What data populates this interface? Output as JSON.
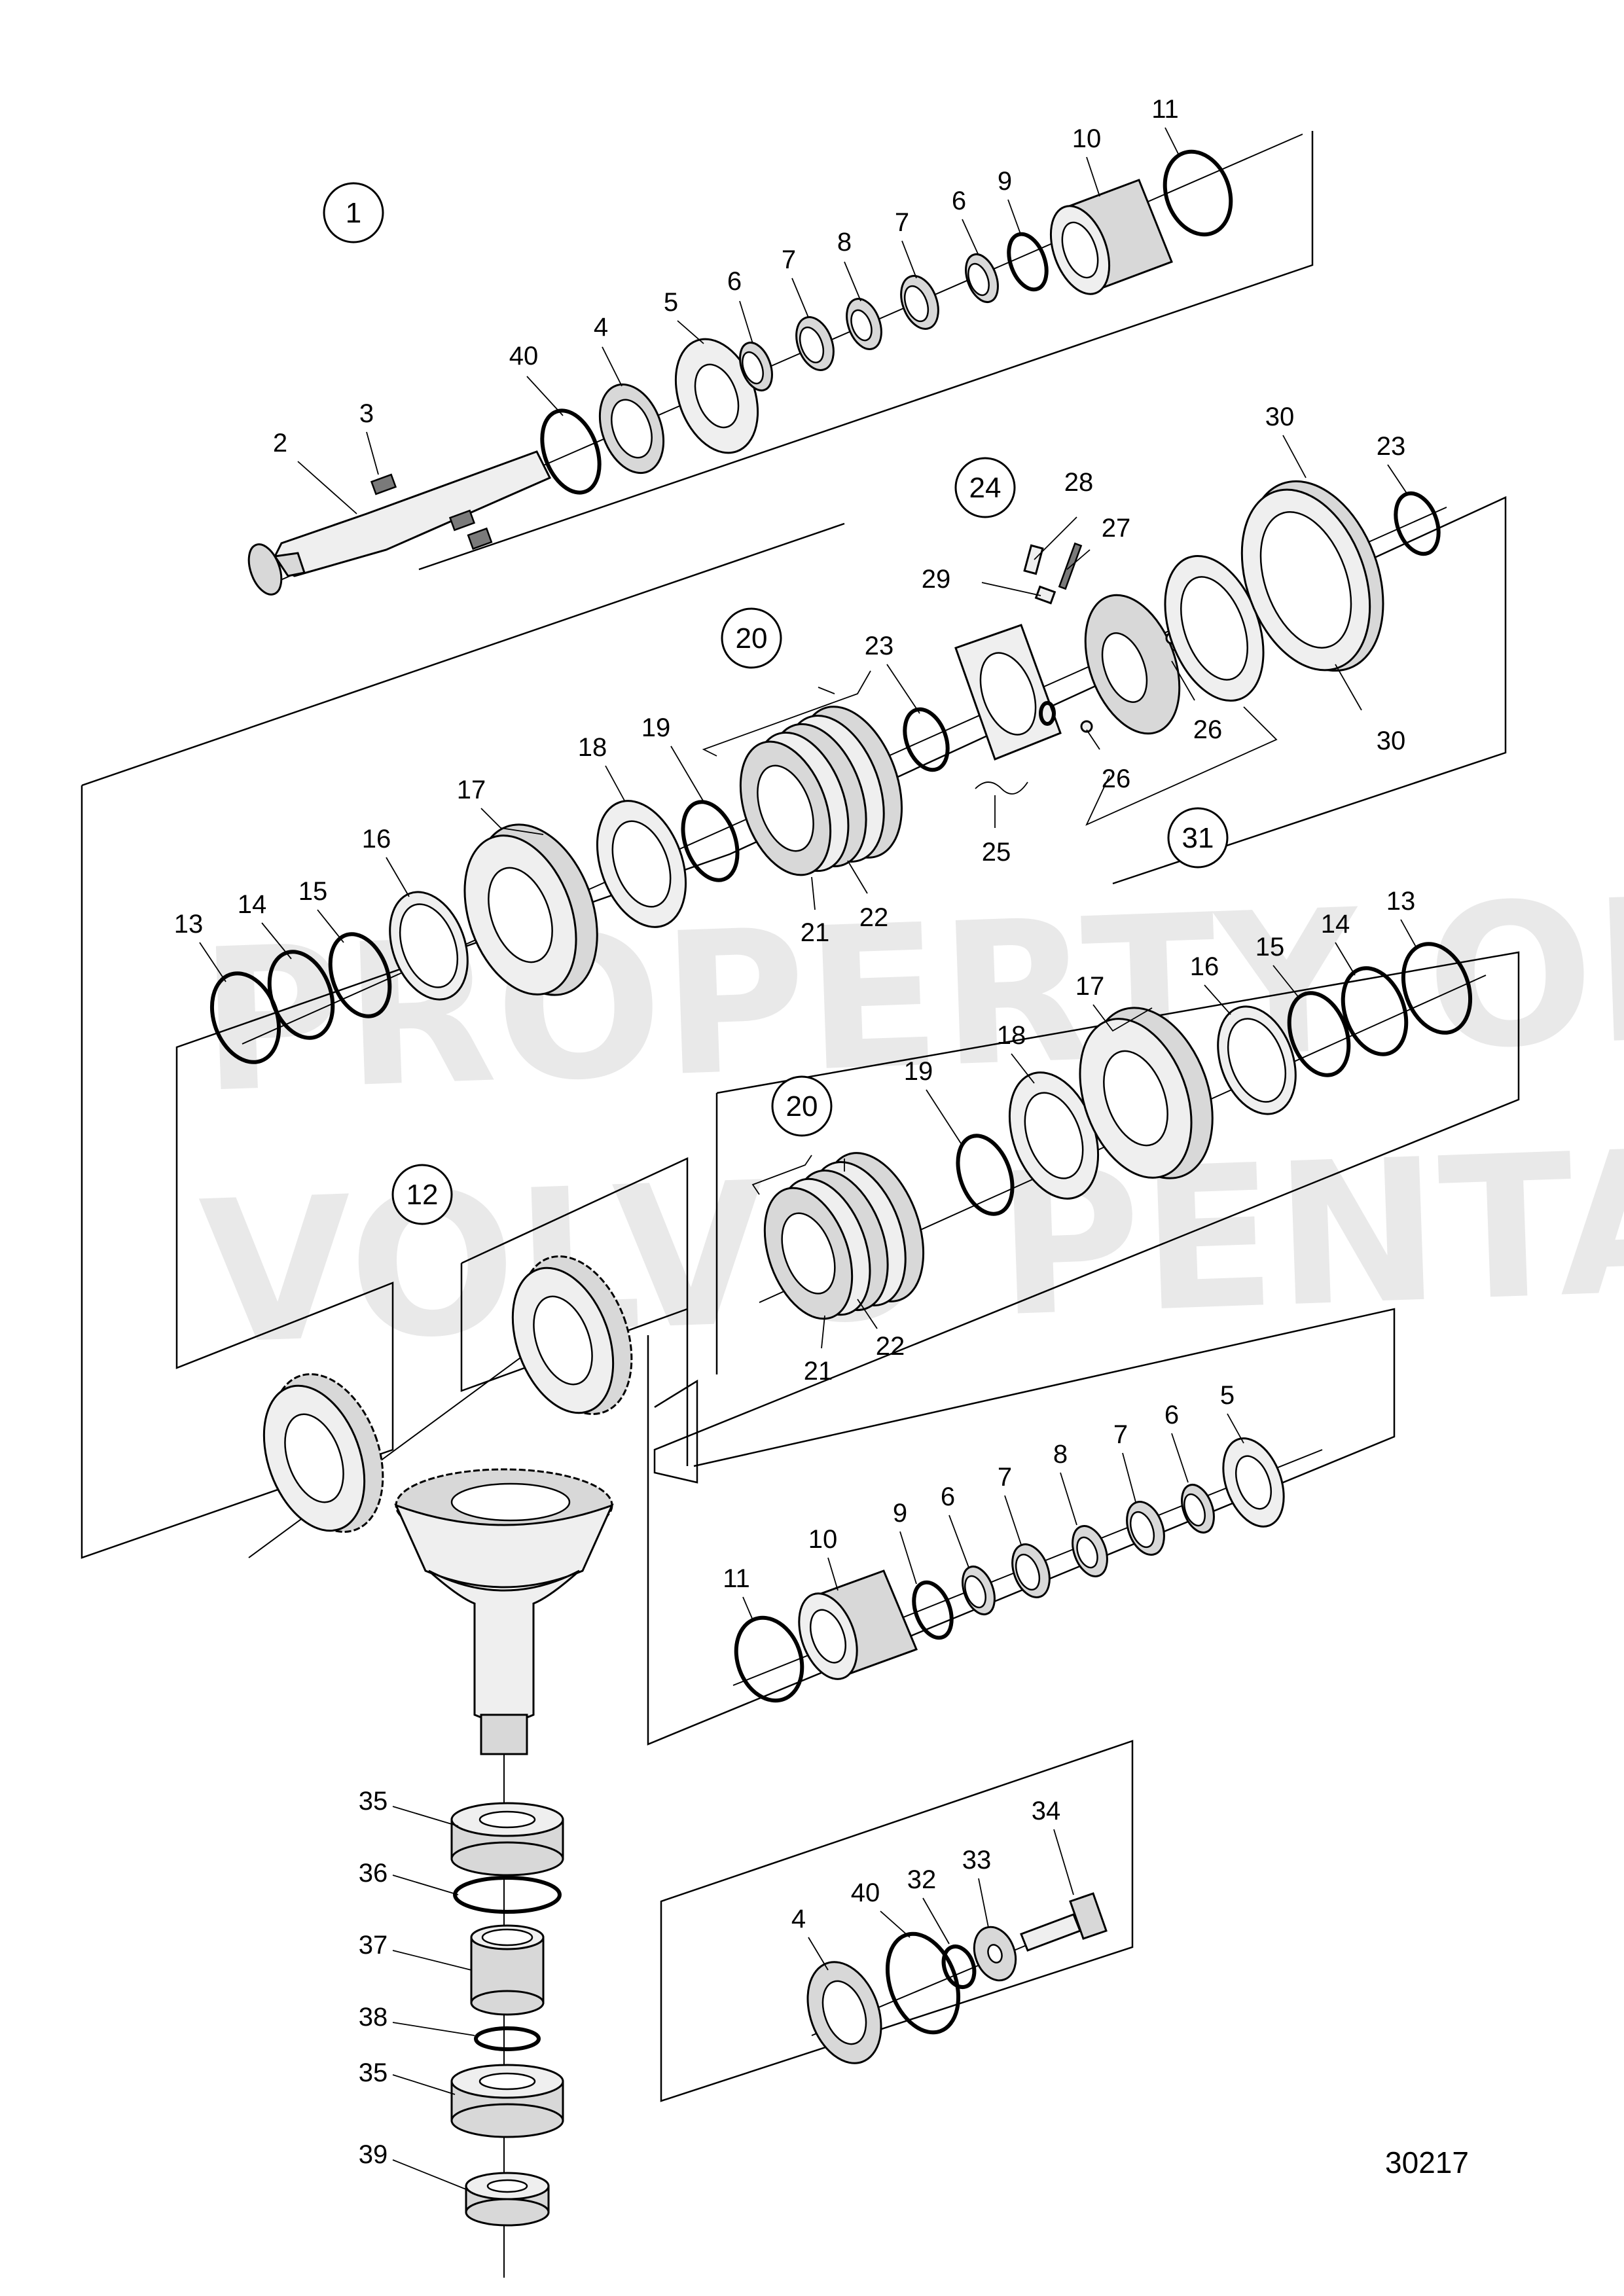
{
  "drawing_number": "30217",
  "watermark": {
    "line1": "PROPERTY OF",
    "line2": "VOLVO PENTA"
  },
  "assemblies": {
    "a1": "1",
    "a12": "12",
    "a20_top": "20",
    "a20_mid": "20",
    "a24": "24",
    "a31": "31"
  },
  "labels": {
    "t2": "2",
    "t3": "3",
    "t40": "40",
    "t4": "4",
    "t5": "5",
    "t6a": "6",
    "t7a": "7",
    "t8": "8",
    "t7b": "7",
    "t6b": "6",
    "t9": "9",
    "t10": "10",
    "t11": "11",
    "m28": "28",
    "m27": "27",
    "m29": "29",
    "m23a": "23",
    "m30a": "30",
    "m23b": "23",
    "m30b": "30",
    "m26a": "26",
    "m26b": "26",
    "m25": "25",
    "m21": "21",
    "m22": "22",
    "m19": "19",
    "m18": "18",
    "m17": "17",
    "m16": "16",
    "m15": "15",
    "m14": "14",
    "m13": "13",
    "r17": "17",
    "r16": "16",
    "r15": "15",
    "r14": "14",
    "r13": "13",
    "r18": "18",
    "r19": "19",
    "r21": "21",
    "r22": "22",
    "l5": "5",
    "l6a": "6",
    "l7a": "7",
    "l8": "8",
    "l7b": "7",
    "l6b": "6",
    "l9": "9",
    "l10": "10",
    "l11": "11",
    "b35a": "35",
    "b36": "36",
    "b37": "37",
    "b38": "38",
    "b35b": "35",
    "b39": "39",
    "k34": "34",
    "k33": "33",
    "k32": "32",
    "k40": "40",
    "k4": "4"
  }
}
